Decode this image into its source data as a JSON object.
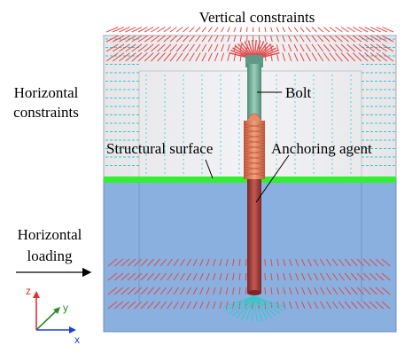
{
  "labels": {
    "vertical_constraints": "Vertical constraints",
    "horizontal_constraints_1": "Horizontal",
    "horizontal_constraints_2": "constraints",
    "bolt": "Bolt",
    "structural_surface": "Structural surface",
    "anchoring_agent": "Anchoring agent",
    "horizontal_loading_1": "Horizontal",
    "horizontal_loading_2": "loading"
  },
  "axes": {
    "z": "z",
    "y": "y",
    "x": "x"
  },
  "colors": {
    "upper_block": "#e9e9ec",
    "lower_block": "#7fa7d8",
    "structural_surface": "#33ee33",
    "bolt": "#6fa896",
    "anchoring_agent": "#d9714e",
    "bolt_lower": "#a83a3a",
    "vertical_constraint_arrows": "#e04a4a",
    "horizontal_constraint_arrows": "#36c7c7",
    "axis_z": "#e03030",
    "axis_y": "#2a8a2a",
    "axis_x": "#2040d0"
  }
}
